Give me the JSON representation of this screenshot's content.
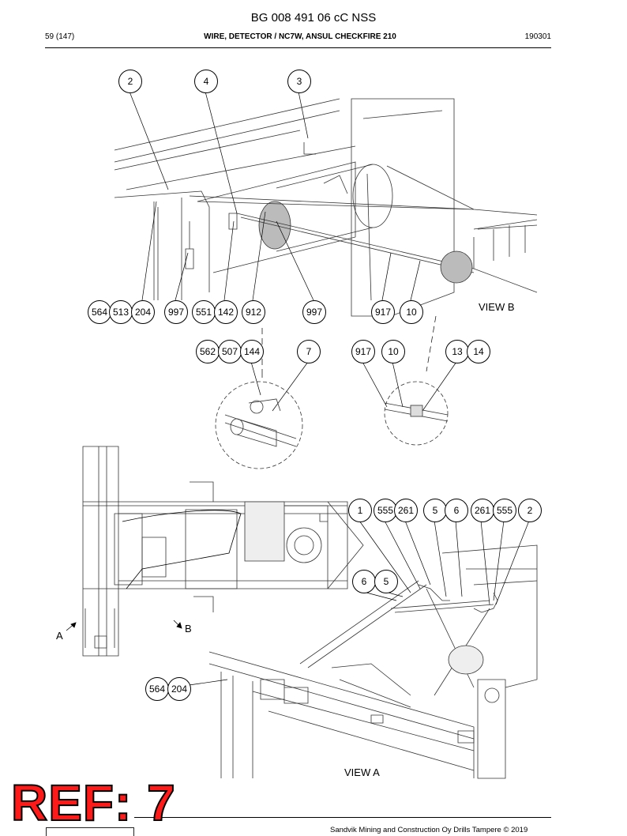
{
  "header": {
    "title": "BG 008 491 06 cC NSS",
    "page": "59 (147)",
    "section": "WIRE, DETECTOR / NC7W, ANSUL CHECKFIRE 210",
    "date": "190301"
  },
  "view_b": {
    "label": "VIEW B",
    "callouts_top": [
      "2",
      "4",
      "3"
    ],
    "callouts_row": [
      "564",
      "513",
      "204",
      "997",
      "551",
      "142",
      "912",
      "997",
      "917",
      "10"
    ],
    "detail_left": [
      "562",
      "507",
      "144",
      "7"
    ],
    "detail_right": [
      "917",
      "10",
      "13",
      "14"
    ]
  },
  "view_a": {
    "label": "VIEW A",
    "callouts_row1": [
      "1",
      "555",
      "261",
      "5",
      "6",
      "261",
      "555",
      "2"
    ],
    "callouts_row2": [
      "6",
      "5"
    ],
    "callouts_lower": [
      "564",
      "204"
    ]
  },
  "overview": {
    "arrow_a": "A",
    "arrow_b": "B"
  },
  "footer": {
    "text": "Sandvik Mining and Construction Oy Drills Tampere © 2019",
    "stamp": "REF: 7"
  }
}
